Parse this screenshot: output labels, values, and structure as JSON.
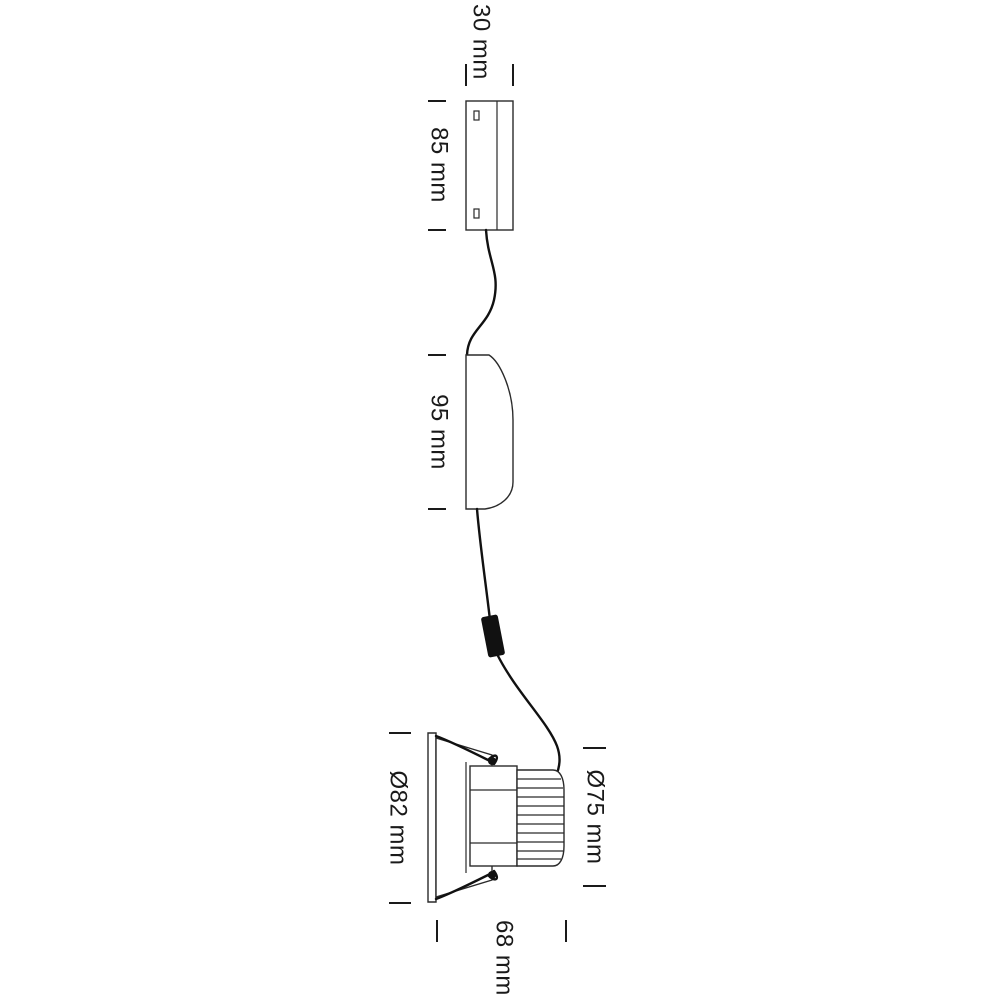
{
  "dimensions": {
    "junction_box_depth": "30 mm",
    "junction_box_length": "85 mm",
    "driver_length": "95 mm",
    "cutout_diameter": "Ø82 mm",
    "body_diameter": "Ø75 mm",
    "recess_depth": "68 mm"
  }
}
